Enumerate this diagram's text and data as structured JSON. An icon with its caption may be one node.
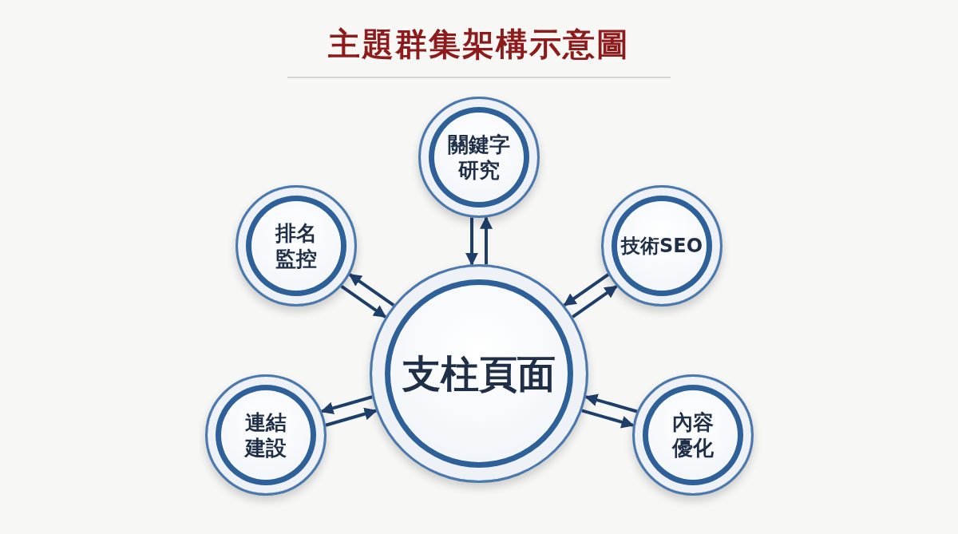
{
  "diagram": {
    "title": "主題群集架構示意圖",
    "nodes": [
      {
        "text": [
          "關鍵字研究"
        ]
      },
      {
        "text": [
          "排名監控"
        ]
      },
      {
        "text": [
          "技術SEO"
        ]
      },
      {
        "text": [
          "支柱頁面"
        ]
      },
      {
        "text": [
          "連結建設"
        ]
      },
      {
        "text": [
          "內容優化"
        ]
      }
    ],
    "edges": [
      {
        "from": 3,
        "to": 0,
        "arrow": "to"
      },
      {
        "from": 0,
        "to": 3,
        "arrow": "to"
      },
      {
        "from": 3,
        "to": 1,
        "arrow": "to"
      },
      {
        "from": 1,
        "to": 3,
        "arrow": "to"
      },
      {
        "from": 3,
        "to": 2,
        "arrow": "to"
      },
      {
        "from": 2,
        "to": 3,
        "arrow": "to"
      },
      {
        "from": 3,
        "to": 4,
        "arrow": "to"
      },
      {
        "from": 4,
        "to": 3,
        "arrow": "to"
      },
      {
        "from": 3,
        "to": 5,
        "arrow": "to"
      },
      {
        "from": 5,
        "to": 3,
        "arrow": "to"
      }
    ]
  }
}
